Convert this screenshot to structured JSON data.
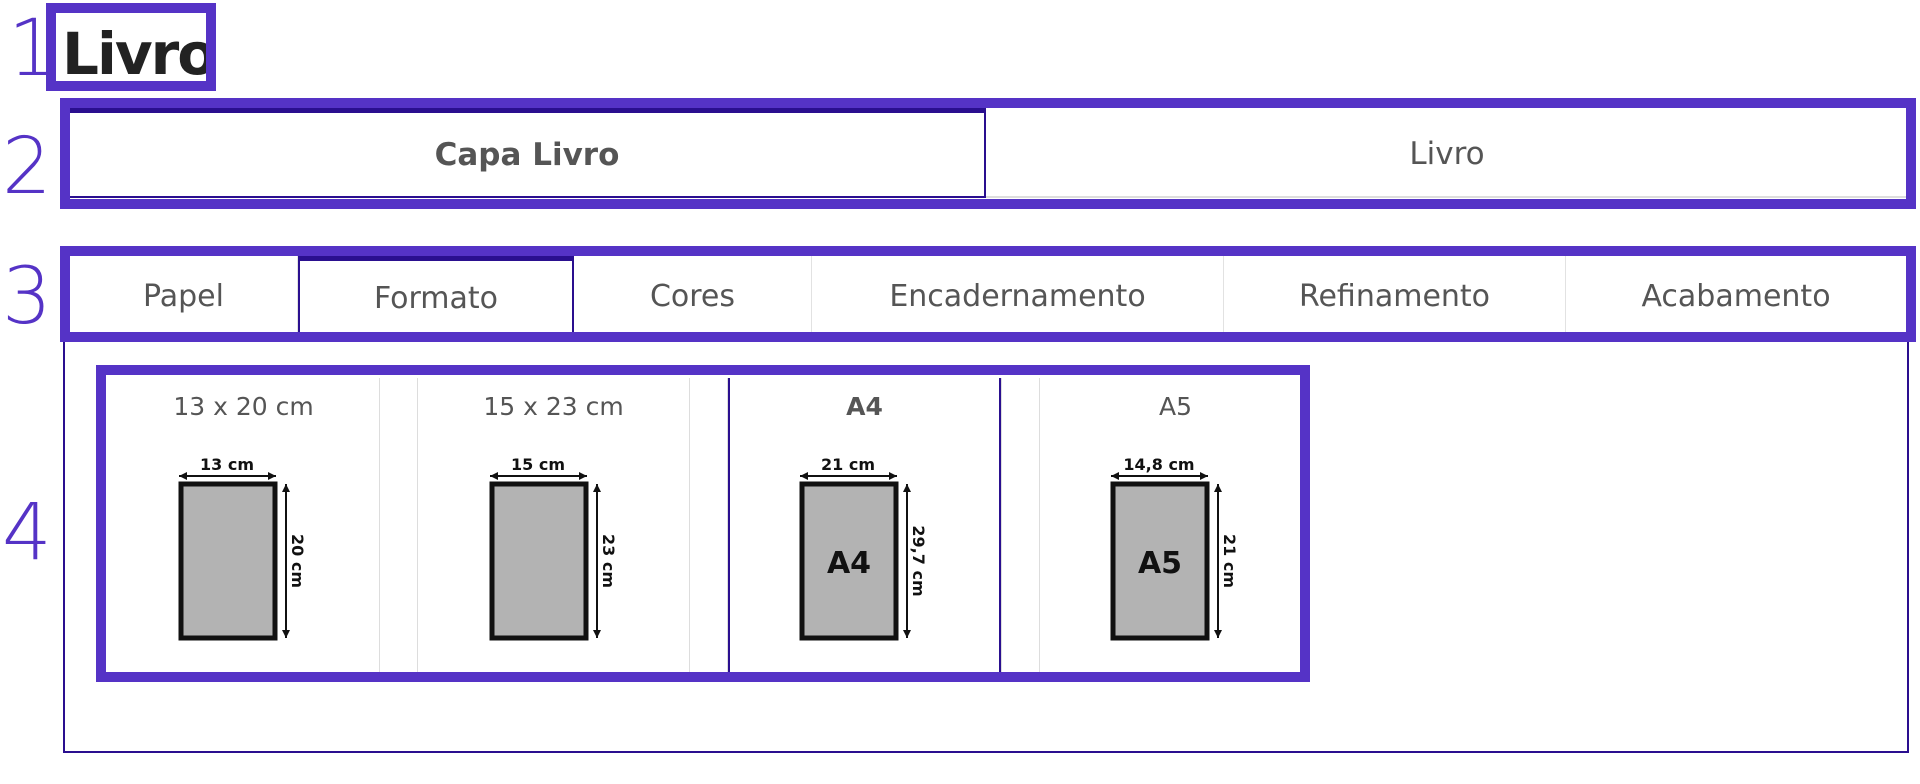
{
  "colors": {
    "accent": "#5533c6",
    "tab_line": "#2a0f8f",
    "paper": "#b3b3b3"
  },
  "annotations": [
    "1",
    "2",
    "3",
    "4"
  ],
  "page_title": "Livro",
  "main_tabs": [
    {
      "label": "Capa Livro",
      "active": true
    },
    {
      "label": "Livro",
      "active": false
    }
  ],
  "sub_tabs": [
    {
      "label": "Papel",
      "active": false
    },
    {
      "label": "Formato",
      "active": true
    },
    {
      "label": "Cores",
      "active": false
    },
    {
      "label": "Encadernamento",
      "active": false
    },
    {
      "label": "Refinamento",
      "active": false
    },
    {
      "label": "Acabamento",
      "active": false
    }
  ],
  "formats": [
    {
      "label": "13 x 20 cm",
      "width_label": "13 cm",
      "height_label": "20 cm",
      "inner_label": "",
      "selected": false
    },
    {
      "label": "15 x 23 cm",
      "width_label": "15 cm",
      "height_label": "23 cm",
      "inner_label": "",
      "selected": false
    },
    {
      "label": "A4",
      "width_label": "21 cm",
      "height_label": "29,7 cm",
      "inner_label": "A4",
      "selected": true
    },
    {
      "label": "A5",
      "width_label": "14,8 cm",
      "height_label": "21 cm",
      "inner_label": "A5",
      "selected": false
    }
  ]
}
